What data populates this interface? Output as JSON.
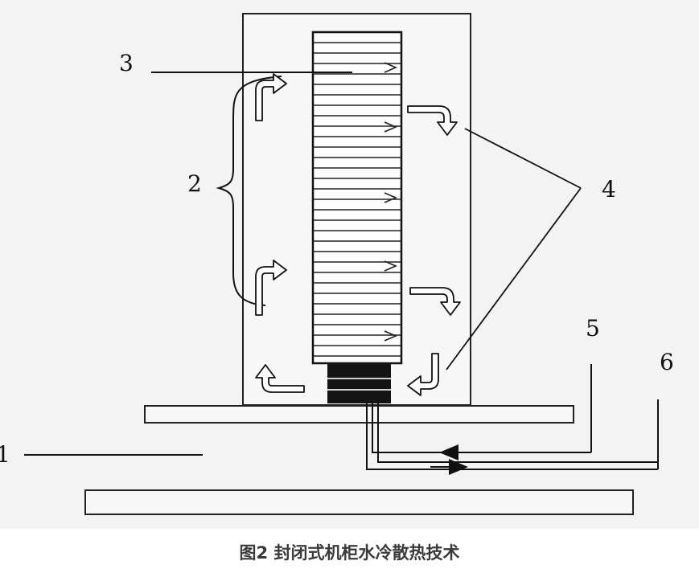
{
  "labels": {
    "l1": "1",
    "l2": "2",
    "l3": "3",
    "l4": "4",
    "l5": "5",
    "l6": "6"
  },
  "caption": "图2 封闭式机柜水冷散热技术"
}
